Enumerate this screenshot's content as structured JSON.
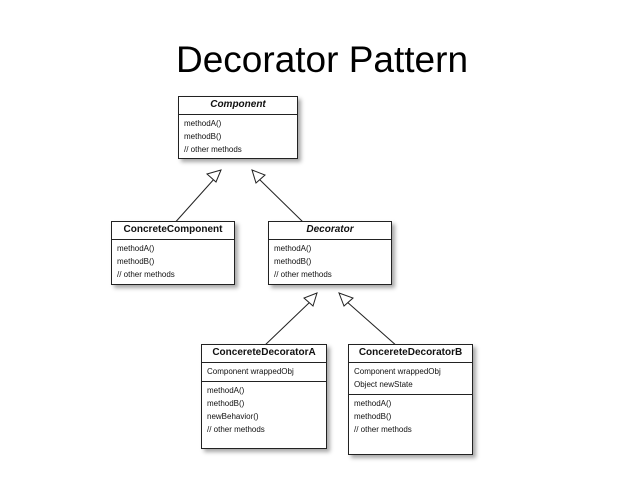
{
  "slide": {
    "title": "Decorator Pattern"
  },
  "diagram": {
    "component": {
      "name": "Component",
      "methods": [
        "methodA()",
        "methodB()",
        "// other methods"
      ]
    },
    "concrete_component": {
      "name": "ConcreteComponent",
      "methods": [
        "methodA()",
        "methodB()",
        "// other methods"
      ]
    },
    "decorator": {
      "name": "Decorator",
      "methods": [
        "methodA()",
        "methodB()",
        "// other methods"
      ]
    },
    "concrete_decorator_a": {
      "name": "ConcereteDecoratorA",
      "fields": [
        "Component wrappedObj"
      ],
      "methods": [
        "methodA()",
        "methodB()",
        "newBehavior()",
        "// other methods"
      ]
    },
    "concrete_decorator_b": {
      "name": "ConcereteDecoratorB",
      "fields": [
        "Component wrappedObj",
        "Object newState"
      ],
      "methods": [
        "methodA()",
        "methodB()",
        "// other methods"
      ]
    }
  }
}
